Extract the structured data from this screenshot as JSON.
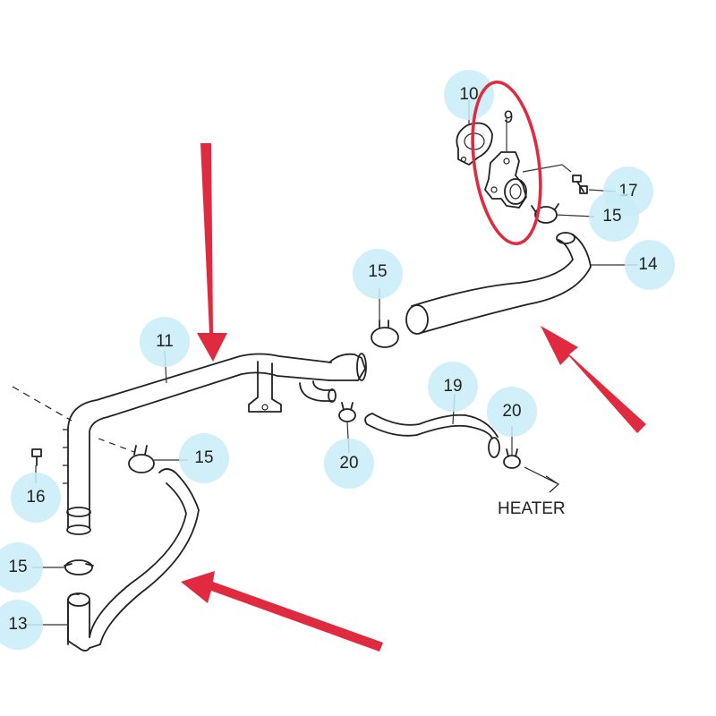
{
  "diagram": {
    "labels": {
      "l9": "9",
      "l10": "10",
      "l11": "11",
      "l13": "13",
      "l14": "14",
      "l15a": "15",
      "l15b": "15",
      "l15c": "15",
      "l15d": "15",
      "l16": "16",
      "l17": "17",
      "l19": "19",
      "l20a": "20",
      "l20b": "20"
    },
    "heater_label": "HEATER"
  },
  "colors": {
    "bubble": "#c9ecf7",
    "highlight": "#e02a3f",
    "line": "#222222"
  }
}
